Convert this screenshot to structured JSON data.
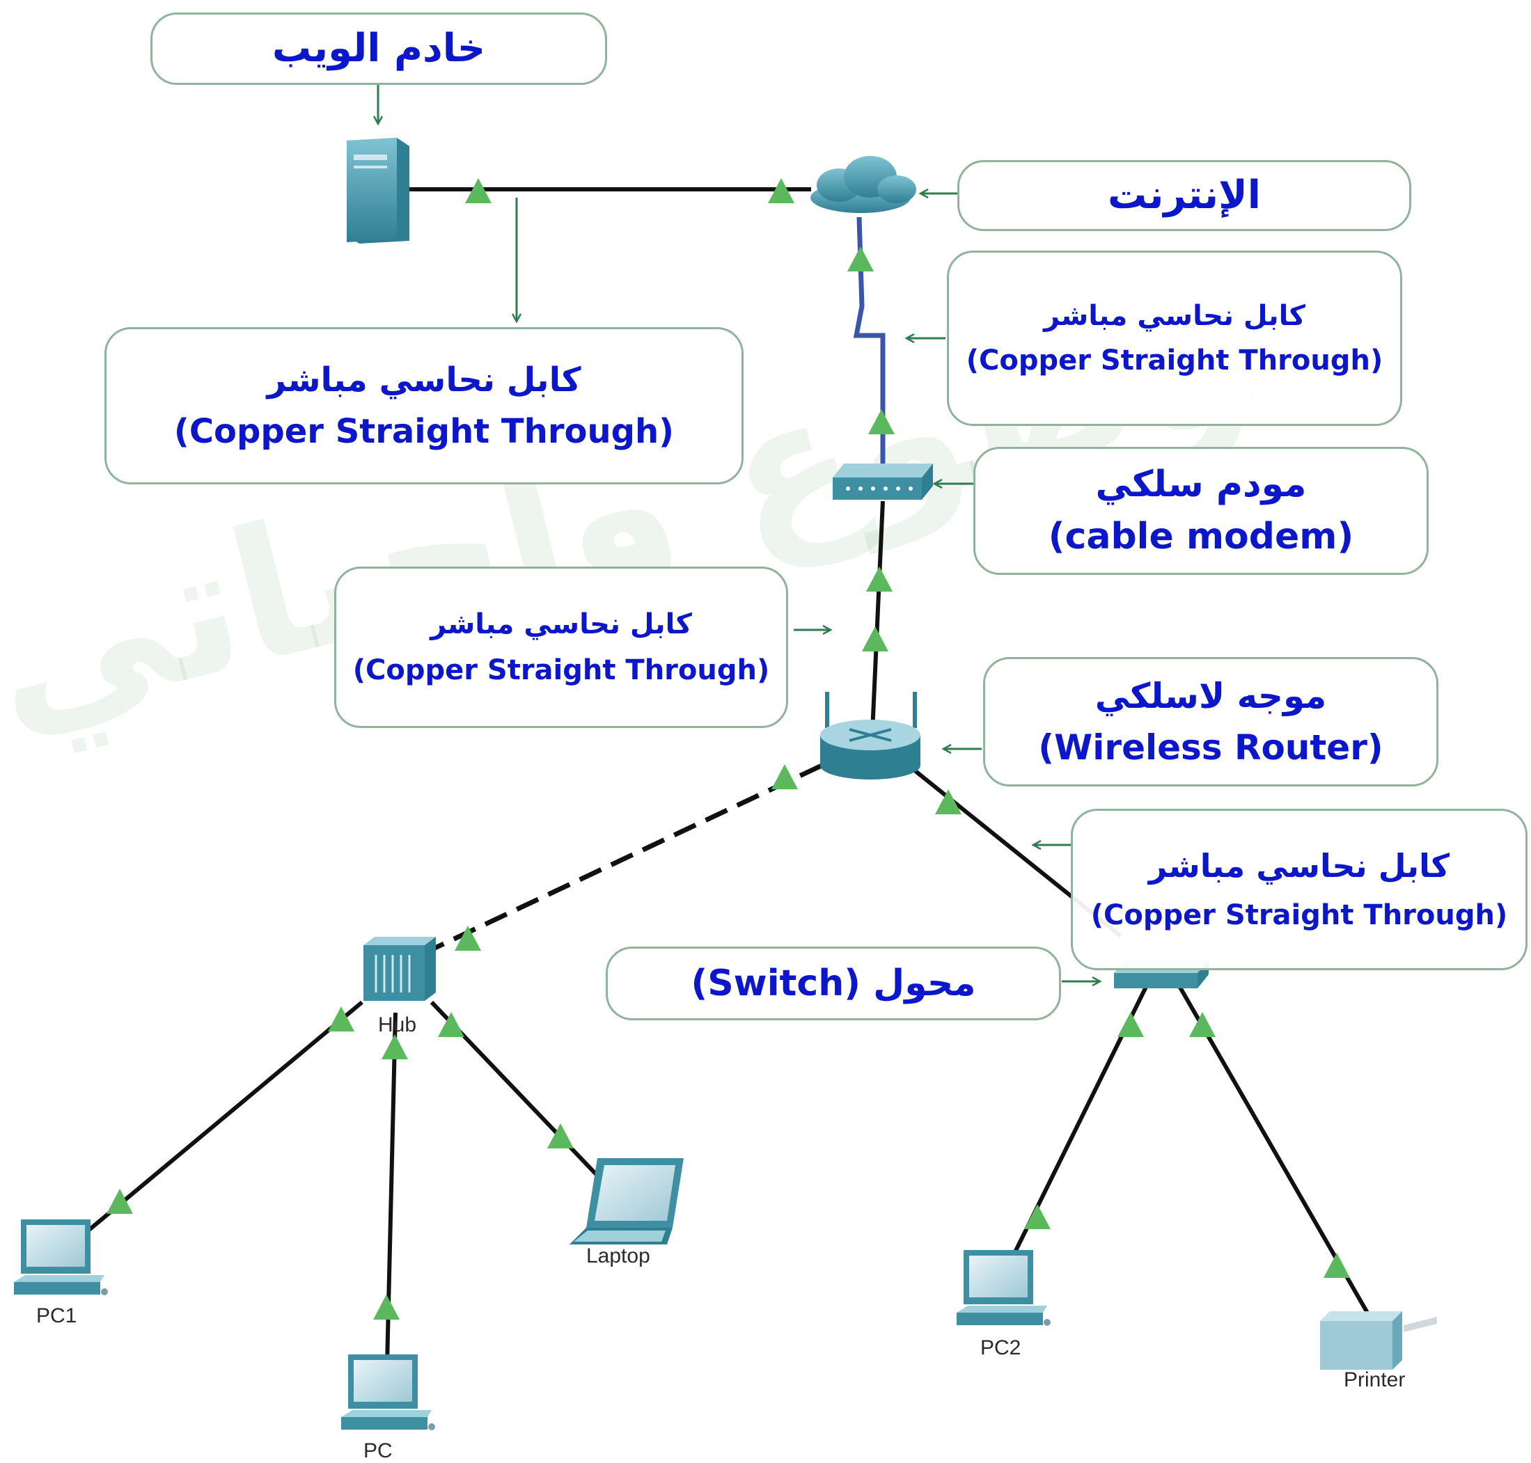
{
  "colors": {
    "callout_text": "#0b17c9",
    "callout_border": "#8fb49a",
    "link_arrow": "#2e7d4f",
    "cable": "#111111",
    "modem_cable": "#3a56a8",
    "link_light": "#5cb85c",
    "device": "#3f8fa3"
  },
  "callouts": {
    "web_server": {
      "ar": "خادم الويب"
    },
    "internet": {
      "ar": "الإنترنت"
    },
    "cable_cloud_modem": {
      "ar": "كابل نحاسي مباشر",
      "en": "(Copper Straight Through)"
    },
    "cable_server_cloud": {
      "ar": "كابل نحاسي مباشر",
      "en": "(Copper Straight Through)"
    },
    "cable_modem": {
      "ar": "مودم سلكي",
      "en": "(cable modem)"
    },
    "cable_modem_router": {
      "ar": "كابل نحاسي مباشر",
      "en": "(Copper Straight Through)"
    },
    "wireless_router": {
      "ar": "موجه لاسلكي",
      "en": "(Wireless Router)"
    },
    "cable_router_switch": {
      "ar": "كابل نحاسي مباشر",
      "en": "(Copper Straight Through)"
    },
    "switch": {
      "ar": "محول (Switch)"
    }
  },
  "devices": {
    "hub": {
      "label": "Hub",
      "icon": "hub-icon"
    },
    "pc1": {
      "label": "PC1",
      "icon": "pc-icon"
    },
    "pc": {
      "label": "PC",
      "icon": "pc-icon"
    },
    "laptop": {
      "label": "Laptop",
      "icon": "laptop-icon"
    },
    "pc2": {
      "label": "PC2",
      "icon": "pc-icon"
    },
    "printer": {
      "label": "Printer",
      "icon": "printer-icon"
    },
    "web_server": {
      "icon": "server-icon"
    },
    "internet_cloud": {
      "icon": "cloud-icon"
    },
    "cable_modem": {
      "icon": "modem-icon"
    },
    "wireless_router": {
      "icon": "router-icon"
    },
    "switch": {
      "icon": "switch-icon"
    }
  },
  "watermark": "موضوع واجباتي"
}
